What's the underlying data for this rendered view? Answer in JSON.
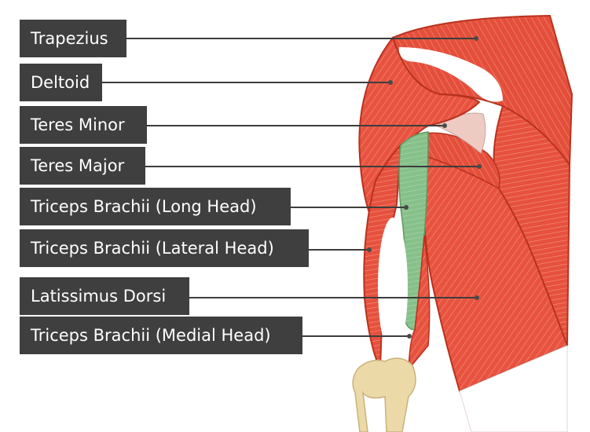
{
  "labels": {
    "trapezius": "Trapezius",
    "deltoid": "Deltoid",
    "teres_minor": "Teres Minor",
    "teres_major": "Teres Major",
    "triceps_long": "Triceps Brachii (Long Head)",
    "triceps_lateral": "Triceps Brachii (Lateral Head)",
    "latissimus": "Latissimus Dorsi",
    "triceps_medial": "Triceps Brachii (Medial Head)"
  },
  "colors": {
    "label_background": "#3f3f3f",
    "label_text": "#ffffff",
    "leader_line": "#3d3d3d",
    "muscle": "#e8533f",
    "muscle_dark": "#b8321f",
    "highlight_muscle": "#86c08a",
    "bone": "#ecd9a8"
  }
}
